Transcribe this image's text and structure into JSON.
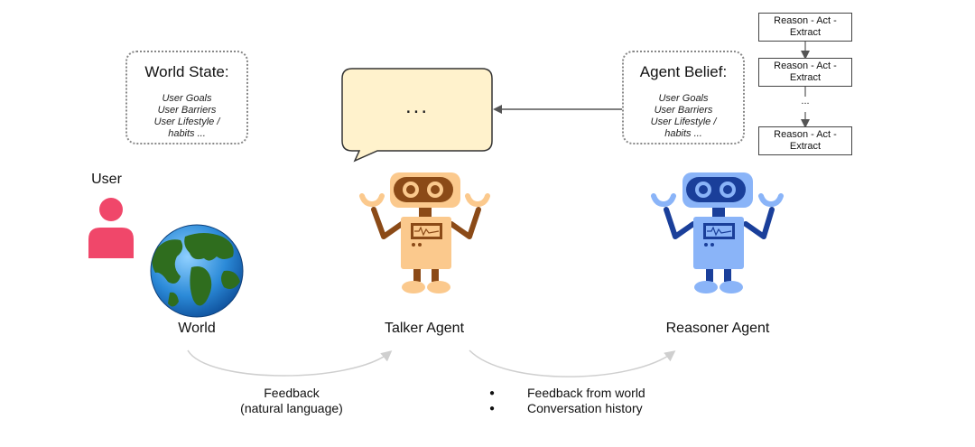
{
  "world_state": {
    "title": "World State:",
    "lines": [
      "User Goals",
      "User Barriers",
      "User Lifestyle /",
      "habits ..."
    ]
  },
  "agent_belief": {
    "title": "Agent Belief:",
    "lines": [
      "User Goals",
      "User Barriers",
      "User Lifestyle /",
      "habits ..."
    ]
  },
  "speech_bubble": {
    "text": "..."
  },
  "reasoning_chain": {
    "steps": [
      [
        "Reason - Act -",
        "Extract"
      ],
      [
        "Reason - Act -",
        "Extract"
      ],
      [
        "Reason - Act -",
        "Extract"
      ]
    ],
    "ellipsis": "..."
  },
  "labels": {
    "user": "User",
    "world": "World",
    "talker": "Talker Agent",
    "reasoner": "Reasoner Agent"
  },
  "feedback_left": [
    "Feedback",
    "(natural language)"
  ],
  "feedback_right": {
    "bullet": "●",
    "items": [
      "Feedback from world",
      "Conversation history"
    ]
  },
  "colors": {
    "user_icon": "#f0476a",
    "talker_body": "#fbc98d",
    "talker_dark": "#8b4a17",
    "reasoner_body": "#8ab4f8",
    "reasoner_dark": "#1a3f9a",
    "bubble_fill": "#fff2cc",
    "arrow": "#555555",
    "flow_arrow": "#cfcfcf"
  },
  "icons": [
    "user-icon",
    "globe-icon",
    "talker-robot-icon",
    "reasoner-robot-icon"
  ]
}
